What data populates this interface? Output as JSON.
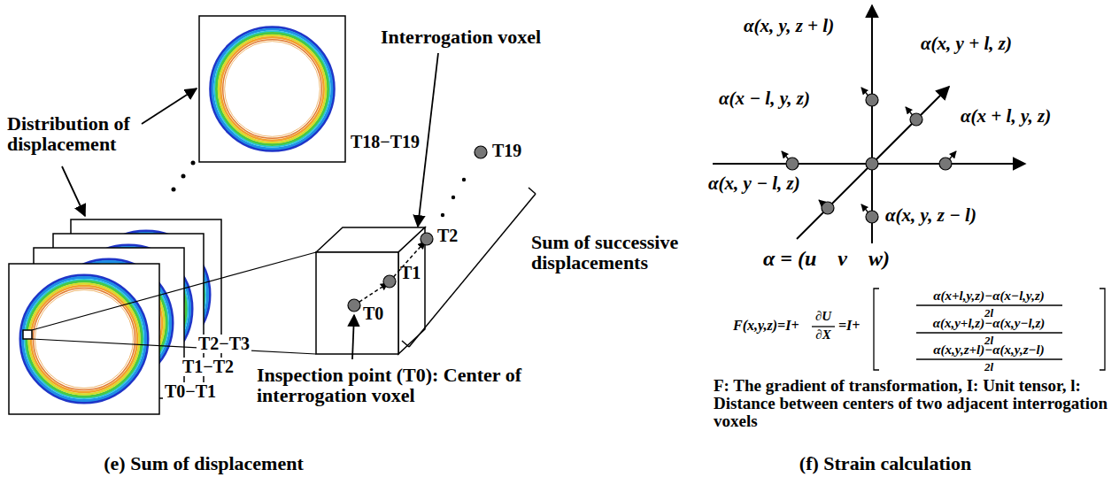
{
  "diagram": {
    "labels": [
      "Distribution of displacement",
      "T18−T19",
      "T2−T3",
      "T1−T2",
      "T0−T1",
      "Interrogation voxel",
      "T19",
      "T2",
      "T1",
      "T0",
      "Sum of successive displacements",
      "Inspection point (T0): Center of interrogation voxel",
      "(e) Sum of displacement",
      "α(x, y, z + l)",
      "α(x, y + l, z)",
      "α(x − l, y, z)",
      "α(x + l, y, z)",
      "α(x, y − l, z)",
      "α(x, y, z − l)",
      "α = (u    v    w)",
      "F(x,y,z)=I+",
      "∂U",
      "∂X",
      "=I+",
      "α(x+l,y,z)−α(x−l,y,z)",
      "2l",
      "α(x,y+l,z)−α(x,y−l,z)",
      "2l",
      "α(x,y,z+l)−α(x,y,z−l)",
      "2l",
      "F: The gradient of transformation, I: Unit tensor, l: Distance between centers of two adjacent interrogation voxels",
      "(f) Strain calculation"
    ]
  }
}
